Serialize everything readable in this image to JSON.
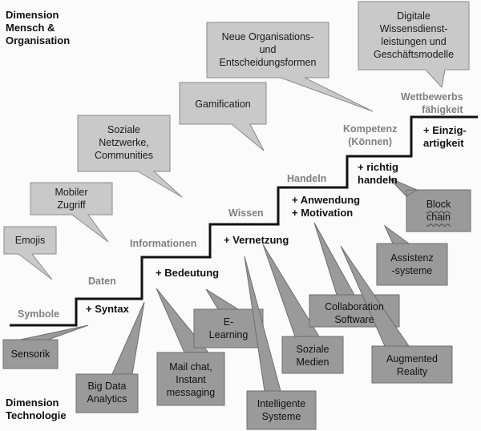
{
  "dimension_top": "Dimension\nMensch &\nOrganisation",
  "dimension_bottom": "Dimension\nTechnologie",
  "steps": {
    "symbole": "Symbole",
    "daten": "Daten",
    "informationen": "Informationen",
    "wissen": "Wissen",
    "handeln": "Handeln",
    "kompetenz": "Kompetenz\n(Können)",
    "wettbewerb": "Wettbewerbs\nfähigkeit"
  },
  "gains": {
    "syntax": "+ Syntax",
    "bedeutung": "+ Bedeutung",
    "vernetzung": "+ Vernetzung",
    "anwendung": "+ Anwendung\n+ Motivation",
    "richtig": "+ richtig\nhandeln",
    "einzig": "+ Einzig-\nartigkeit"
  },
  "callouts_top": {
    "emojis": "Emojis",
    "mobil": "Mobiler\nZugriff",
    "sozial": "Soziale\nNetzwerke,\nCommunities",
    "gamification": "Gamification",
    "neue_org": "Neue Organisations-\nund\nEntscheidungsformen",
    "digitale": "Digitale\nWissensdienst-\nleistungen und\nGeschäftsmodelle"
  },
  "callouts_bottom": {
    "sensorik": "Sensorik",
    "bigdata": "Big Data\nAnalytics",
    "mailchat": "Mail chat,\nInstant\nmessaging",
    "elearning": "E-\nLearning",
    "intelligente": "Intelligente\nSysteme",
    "soziale_medien": "Soziale\nMedien",
    "collaboration": "Collaboration\nSoftware",
    "augmented": "Augmented\nReality",
    "assistenz": "Assistenz\n-systeme",
    "blockchain": "Block\nchain"
  },
  "colors": {
    "light_callout": "#c9c9c9",
    "dark_callout": "#9a9a9a",
    "stair_line": "#111111",
    "step_label": "#808080"
  }
}
